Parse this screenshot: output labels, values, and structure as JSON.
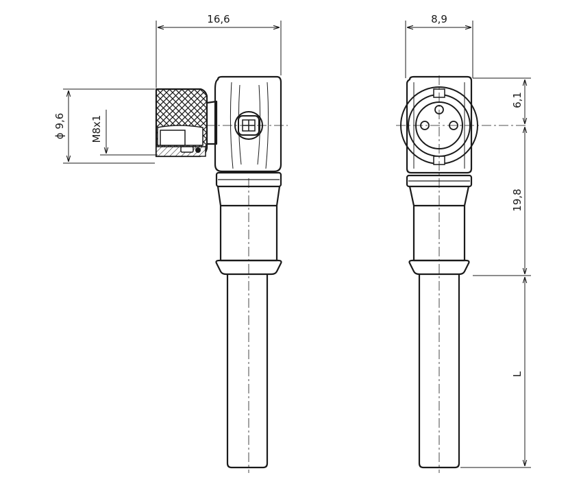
{
  "dimensions": {
    "side_width": "16,6",
    "front_width": "8,9",
    "diameter": "ϕ 9,6",
    "thread": "M8x1",
    "pin_offset": "6,1",
    "body_length": "19,8",
    "cable_length": "L"
  },
  "colors": {
    "line": "#1a1a1a",
    "background": "#ffffff"
  }
}
